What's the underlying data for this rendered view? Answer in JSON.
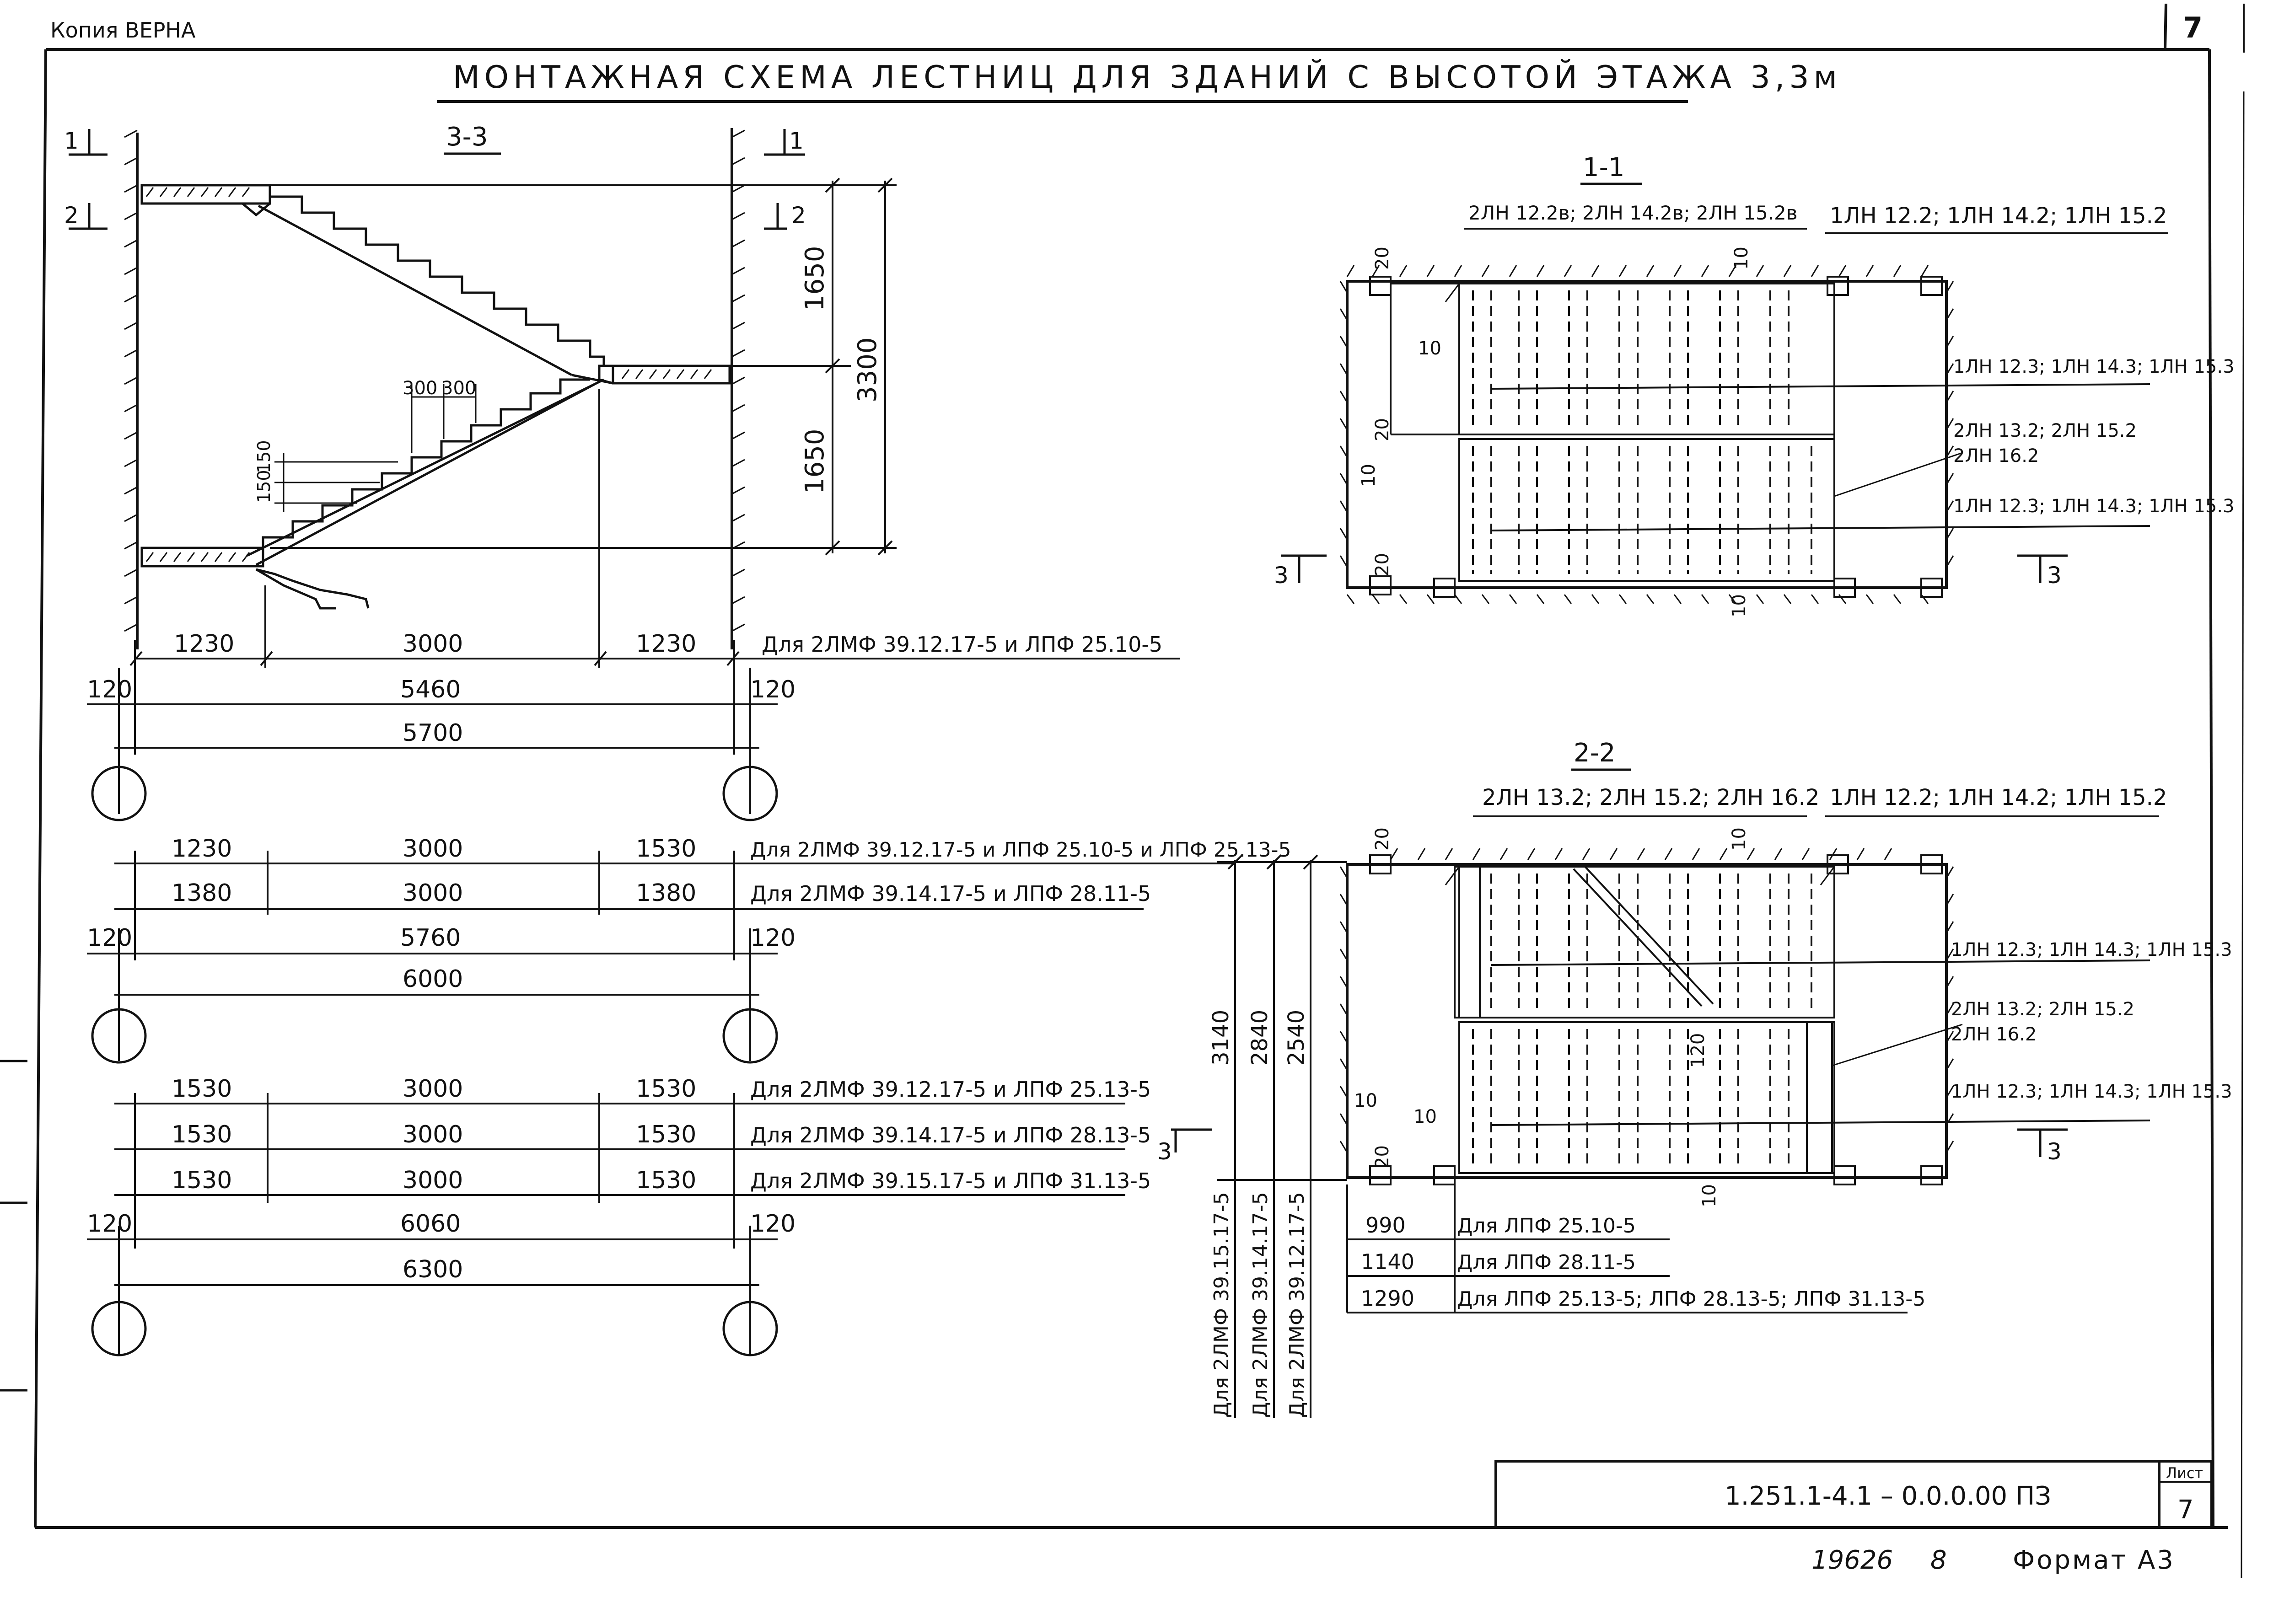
{
  "header": {
    "copy_note": "Копия ВЕРНА",
    "sheet_no_top": "7",
    "title": "МОНТАЖНАЯ СХЕМА ЛЕСТНИЦ ДЛЯ ЗДАНИЙ С ВЫСОТОЙ ЭТАЖА 3,3м"
  },
  "section_33": {
    "label": "3-3",
    "cut_1": "1",
    "cut_2": "2",
    "cut_1r": "1",
    "cut_2r": "2",
    "h_upper": "1650",
    "h_lower": "1650",
    "h_total": "3300",
    "tread": "300",
    "tread2": "300",
    "riser": "150",
    "riser2": "150",
    "span_left": "1230",
    "span_mid": "3000",
    "span_right": "1230",
    "span_note": "Для 2ЛМФ 39.12.17-5 и ЛПФ 25.10-5",
    "wall_left": "120",
    "inner": "5460",
    "wall_right": "120",
    "total": "5700"
  },
  "block_6000": {
    "row1": {
      "left": "1230",
      "mid": "3000",
      "right": "1530",
      "note": "Для 2ЛМФ 39.12.17-5 и ЛПФ 25.10-5 и ЛПФ 25.13-5"
    },
    "row2": {
      "left": "1380",
      "mid": "3000",
      "right": "1380",
      "note": "Для 2ЛМФ 39.14.17-5 и ЛПФ 28.11-5"
    },
    "wall_left": "120",
    "inner": "5760",
    "wall_right": "120",
    "total": "6000"
  },
  "block_6300": {
    "row1": {
      "left": "1530",
      "mid": "3000",
      "right": "1530",
      "note": "Для 2ЛМФ 39.12.17-5 и ЛПФ 25.13-5"
    },
    "row2": {
      "left": "1530",
      "mid": "3000",
      "right": "1530",
      "note": "Для 2ЛМФ 39.14.17-5 и ЛПФ 28.13-5"
    },
    "row3": {
      "left": "1530",
      "mid": "3000",
      "right": "1530",
      "note": "Для 2ЛМФ 39.15.17-5 и ЛПФ 31.13-5"
    },
    "wall_left": "120",
    "inner": "6060",
    "wall_right": "120",
    "total": "6300"
  },
  "plan_11": {
    "label": "1-1",
    "top_left": "2ЛН 12.2в; 2ЛН 14.2в; 2ЛН 15.2в",
    "top_right": "1ЛН 12.2; 1ЛН 14.2; 1ЛН 15.2",
    "right_1": "1ЛН 12.3; 1ЛН 14.3; 1ЛН 15.3",
    "right_2a": "2ЛН 13.2; 2ЛН 15.2",
    "right_2b": "2ЛН 16.2",
    "right_3": "1ЛН 12.3; 1ЛН 14.3; 1ЛН 15.3",
    "d20a": "20",
    "d10a": "10",
    "d10b": "10",
    "d20b": "20",
    "d10c": "10",
    "d20c": "20",
    "d10d": "10",
    "cut_left": "3",
    "cut_right": "3"
  },
  "plan_22": {
    "label": "2-2",
    "top_left": "2ЛН 13.2; 2ЛН 15.2; 2ЛН 16.2",
    "top_right": "1ЛН 12.2; 1ЛН 14.2; 1ЛН 15.2",
    "right_1": "1ЛН 12.3; 1ЛН 14.3; 1ЛН 15.3",
    "right_2a": "2ЛН 13.2; 2ЛН 15.2",
    "right_2b": "2ЛН 16.2",
    "right_3": "1ЛН 12.3; 1ЛН 14.3; 1ЛН 15.3",
    "d20a": "20",
    "d10a": "10",
    "d120": "120",
    "d10b": "10",
    "d10c": "10",
    "d20b": "20",
    "d10d": "10",
    "cut_left": "3",
    "cut_right": "3",
    "h1": "3140",
    "h2": "2840",
    "h3": "2540",
    "v1": "Для 2ЛМФ 39.15.17-5",
    "v2": "Для 2ЛМФ 39.14.17-5",
    "v3": "Для 2ЛМФ 39.12.17-5",
    "w1": "990",
    "w1_note": "Для ЛПФ 25.10-5",
    "w2": "1140",
    "w2_note": "Для ЛПФ 28.11-5",
    "w3": "1290",
    "w3_note": "Для ЛПФ 25.13-5; ЛПФ 28.13-5; ЛПФ 31.13-5"
  },
  "stamp": {
    "code": "1.251.1-4.1 – 0.0.0.00 ПЗ",
    "list_label": "Лист",
    "list_no": "7"
  },
  "footer": {
    "inv_no": "19626",
    "inv_sub": "8",
    "format": "Формат А3"
  }
}
